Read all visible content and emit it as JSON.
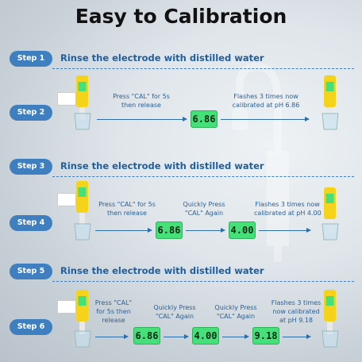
{
  "title": "Easy to Calibration",
  "steps": {
    "s1": {
      "label": "Step 1",
      "text": "Rinse the electrode with distilled water"
    },
    "s2": {
      "label": "Step 2",
      "note1": "Press \"CAL\" for 5s\nthen release",
      "lcd1": "6.86",
      "note2": "Flashes 3 times now\ncalibrated at pH 6.86"
    },
    "s3": {
      "label": "Step 3",
      "text": "Rinse the electrode with distilled water"
    },
    "s4": {
      "label": "Step 4",
      "note1": "Press \"CAL\" for 5s\nthen release",
      "lcd1": "6.86",
      "note2": "Quickly Press\n\"CAL\" Again",
      "lcd2": "4.00",
      "note3": "Flashes 3 times now\ncalibrated at pH 4.00"
    },
    "s5": {
      "label": "Step 5",
      "text": "Rinse the electrode with distilled water"
    },
    "s6": {
      "label": "Step 6",
      "note1": "Press \"CAL\"\nfor 5s then\nrelease",
      "lcd1": "6.86",
      "note2": "Quickly Press\n\"CAL\" Again",
      "lcd2": "4.00",
      "note3": "Quickly Press\n\"CAL\" Again",
      "lcd3": "9.18",
      "note4": "Flashes 3 times\nnow calibrated\nat pH 9.18"
    }
  },
  "colors": {
    "accent": "#3f7fbf",
    "lcd": "#45e07a",
    "meter": "#f4d31a"
  }
}
